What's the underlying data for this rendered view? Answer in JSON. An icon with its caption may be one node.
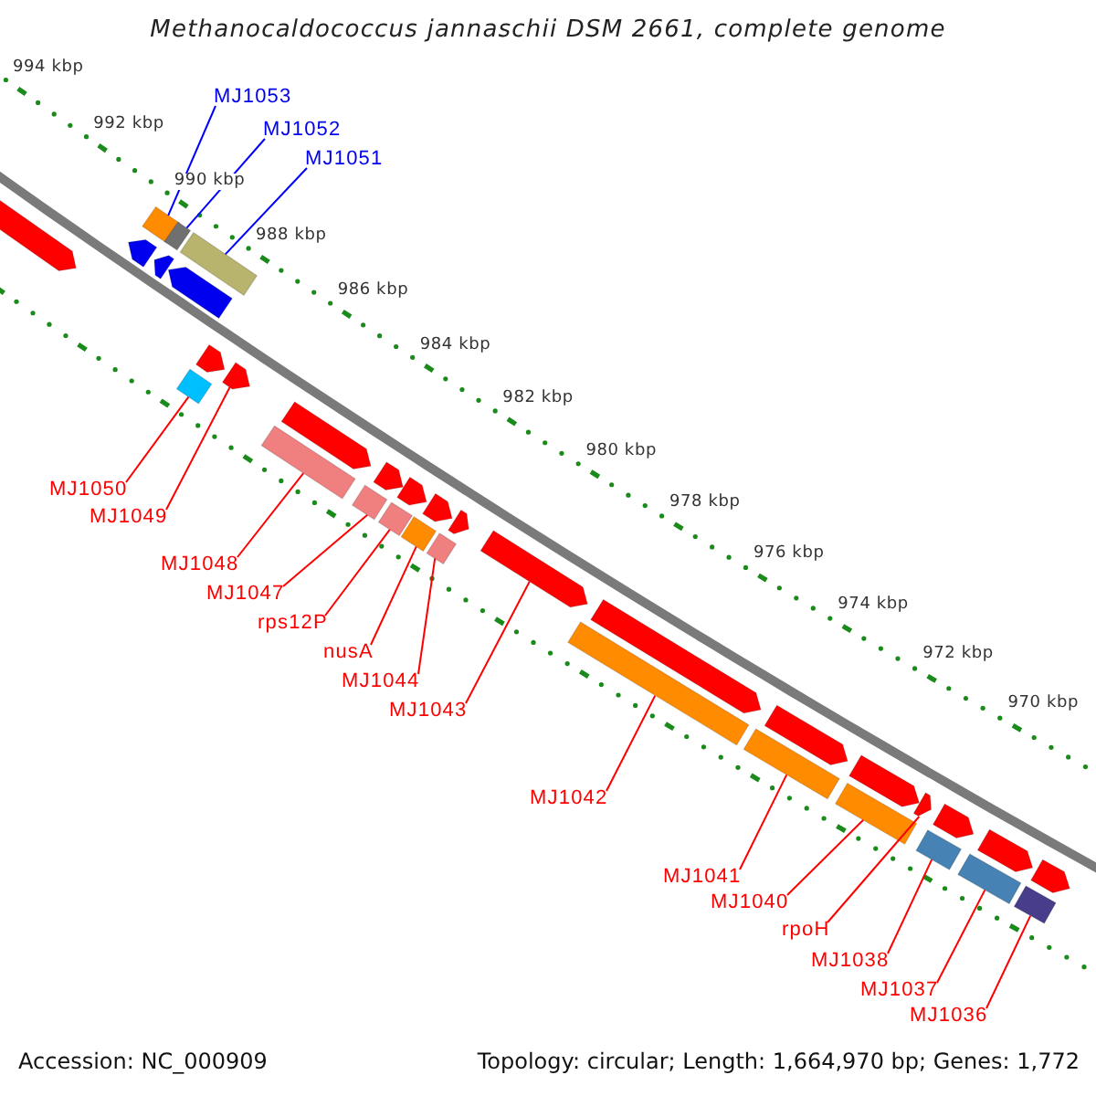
{
  "diagram": {
    "title": "Methanocaldococcus jannaschii DSM 2661, complete genome",
    "nodes": [
      {
        "text": [
          "MJ1053"
        ]
      },
      {
        "text": [
          "MJ1052"
        ]
      },
      {
        "text": [
          "MJ1051"
        ]
      },
      {
        "text": [
          "MJ1050"
        ]
      },
      {
        "text": [
          "MJ1049"
        ]
      },
      {
        "text": [
          "MJ1048"
        ]
      },
      {
        "text": [
          "MJ1047"
        ]
      },
      {
        "text": [
          "rps12P"
        ]
      },
      {
        "text": [
          "nusA"
        ]
      },
      {
        "text": [
          "MJ1044"
        ]
      },
      {
        "text": [
          "MJ1043"
        ]
      },
      {
        "text": [
          "MJ1042"
        ]
      },
      {
        "text": [
          "MJ1041"
        ]
      },
      {
        "text": [
          "MJ1040"
        ]
      },
      {
        "text": [
          "rpoH"
        ]
      },
      {
        "text": [
          "MJ1038"
        ]
      },
      {
        "text": [
          "MJ1037"
        ]
      },
      {
        "text": [
          "MJ1036"
        ]
      },
      {
        "text": [],
        "shape": "bar"
      },
      {
        "text": [],
        "shape": "bar"
      },
      {
        "text": [],
        "shape": "bar"
      },
      {
        "text": [],
        "shape": "bar"
      },
      {
        "text": [],
        "shape": "arrow"
      },
      {
        "text": [],
        "shape": "bar"
      },
      {
        "text": [],
        "shape": "bar"
      },
      {
        "text": [],
        "shape": "bar"
      },
      {
        "text": [],
        "shape": "bar"
      },
      {
        "text": [],
        "shape": "bar"
      },
      {
        "text": [],
        "shape": "arrow"
      },
      {
        "text": [],
        "shape": "bar"
      },
      {
        "text": [],
        "shape": "bar"
      },
      {
        "text": [],
        "shape": "bar"
      },
      {
        "text": [],
        "shape": "arrow"
      },
      {
        "text": [],
        "shape": "bar"
      },
      {
        "text": [],
        "shape": "bar"
      },
      {
        "text": [],
        "shape": "bar"
      },
      {
        "text": [],
        "shape": "arrow"
      },
      {
        "text": [],
        "shape": "arrow"
      },
      {
        "text": [],
        "shape": "arrow"
      },
      {
        "text": [],
        "shape": "arrow"
      },
      {
        "text": [],
        "shape": "arrow"
      },
      {
        "text": [],
        "shape": "arrow"
      },
      {
        "text": [],
        "shape": "arrow"
      },
      {
        "text": [],
        "shape": "arrow"
      },
      {
        "text": [],
        "shape": "arrow"
      },
      {
        "text": [],
        "shape": "arrow"
      },
      {
        "text": [],
        "shape": "arrow"
      },
      {
        "text": [],
        "shape": "arrow"
      },
      {
        "text": [],
        "shape": "arrow"
      },
      {
        "text": [],
        "shape": "arrow"
      },
      {
        "text": [],
        "shape": "arrow"
      },
      {
        "text": [],
        "shape": "arrow"
      }
    ],
    "edges": [
      {
        "from": 0,
        "to": 18,
        "arrow": "none",
        "color": "#0000ff"
      },
      {
        "from": 1,
        "to": 19,
        "arrow": "none",
        "color": "#0000ff"
      },
      {
        "from": 2,
        "to": 20,
        "arrow": "none",
        "color": "#0000ff"
      },
      {
        "from": 3,
        "to": 21,
        "arrow": "none"
      },
      {
        "from": 4,
        "to": 22,
        "arrow": "none"
      },
      {
        "from": 5,
        "to": 23,
        "arrow": "none"
      },
      {
        "from": 6,
        "to": 24,
        "arrow": "none"
      },
      {
        "from": 7,
        "to": 25,
        "arrow": "none"
      },
      {
        "from": 8,
        "to": 26,
        "arrow": "none"
      },
      {
        "from": 9,
        "to": 27,
        "arrow": "none"
      },
      {
        "from": 10,
        "to": 28,
        "arrow": "none"
      },
      {
        "from": 11,
        "to": 29,
        "arrow": "none"
      },
      {
        "from": 12,
        "to": 30,
        "arrow": "none"
      },
      {
        "from": 13,
        "to": 31,
        "arrow": "none"
      },
      {
        "from": 14,
        "to": 32,
        "arrow": "none"
      },
      {
        "from": 15,
        "to": 33,
        "arrow": "none"
      },
      {
        "from": 16,
        "to": 34,
        "arrow": "none"
      },
      {
        "from": 17,
        "to": 35,
        "arrow": "none"
      }
    ],
    "labels": [
      "994 kbp",
      "992 kbp",
      "990 kbp",
      "988 kbp",
      "986 kbp",
      "984 kbp",
      "982 kbp",
      "980 kbp",
      "978 kbp",
      "976 kbp",
      "974 kbp",
      "972 kbp",
      "970 kbp",
      "Accession: NC_000909",
      "Topology: circular; Length: 1,664,970 bp; Genes: 1,772"
    ]
  }
}
